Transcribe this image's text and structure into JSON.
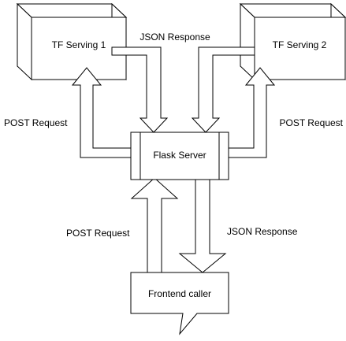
{
  "nodes": {
    "tf_serving_1": {
      "label": "TF Serving 1"
    },
    "tf_serving_2": {
      "label": "TF Serving 2"
    },
    "flask_server": {
      "label": "Flask Server"
    },
    "frontend_caller": {
      "label": "Frontend caller"
    }
  },
  "edges": {
    "tf1_to_flask": {
      "label": "JSON Response"
    },
    "flask_to_tf1": {
      "label": "POST Request"
    },
    "flask_to_tf2": {
      "label": "POST Request"
    },
    "frontend_to_flask": {
      "label": "POST Request"
    },
    "flask_to_frontend": {
      "label": "JSON Response"
    }
  }
}
